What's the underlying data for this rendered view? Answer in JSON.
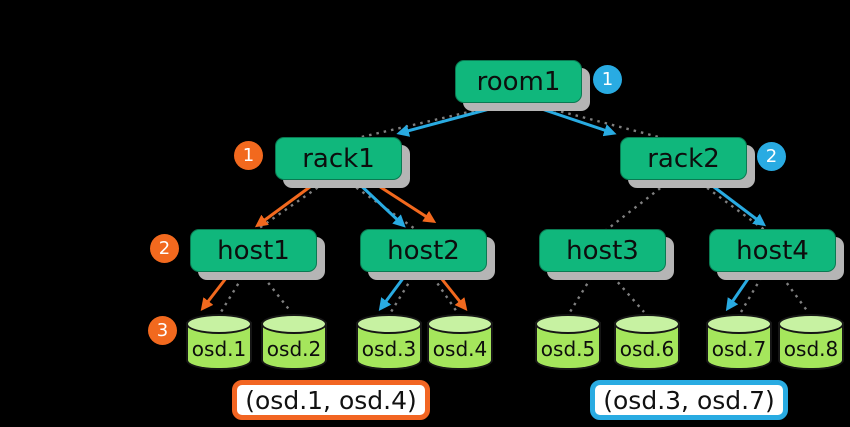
{
  "diagram": {
    "kind": "crush-hierarchy-tree",
    "nodes": {
      "room1": {
        "label": "room1",
        "level": "room"
      },
      "rack1": {
        "label": "rack1",
        "level": "rack"
      },
      "rack2": {
        "label": "rack2",
        "level": "rack"
      },
      "host1": {
        "label": "host1",
        "level": "host"
      },
      "host2": {
        "label": "host2",
        "level": "host"
      },
      "host3": {
        "label": "host3",
        "level": "host"
      },
      "host4": {
        "label": "host4",
        "level": "host"
      },
      "osd1": {
        "label": "osd.1",
        "level": "osd"
      },
      "osd2": {
        "label": "osd.2",
        "level": "osd"
      },
      "osd3": {
        "label": "osd.3",
        "level": "osd"
      },
      "osd4": {
        "label": "osd.4",
        "level": "osd"
      },
      "osd5": {
        "label": "osd.5",
        "level": "osd"
      },
      "osd6": {
        "label": "osd.6",
        "level": "osd"
      },
      "osd7": {
        "label": "osd.7",
        "level": "osd"
      },
      "osd8": {
        "label": "osd.8",
        "level": "osd"
      }
    },
    "tree_edges": [
      [
        "room1",
        "rack1"
      ],
      [
        "room1",
        "rack2"
      ],
      [
        "rack1",
        "host1"
      ],
      [
        "rack1",
        "host2"
      ],
      [
        "rack2",
        "host3"
      ],
      [
        "rack2",
        "host4"
      ],
      [
        "host1",
        "osd.1"
      ],
      [
        "host1",
        "osd.2"
      ],
      [
        "host2",
        "osd.3"
      ],
      [
        "host2",
        "osd.4"
      ],
      [
        "host3",
        "osd.5"
      ],
      [
        "host3",
        "osd.6"
      ],
      [
        "host4",
        "osd.7"
      ],
      [
        "host4",
        "osd.8"
      ]
    ],
    "selection_paths": {
      "orange": {
        "color": "#f2691e",
        "edges": [
          [
            "rack1",
            "host1"
          ],
          [
            "rack1",
            "host2"
          ],
          [
            "host1",
            "osd.1"
          ],
          [
            "host2",
            "osd.4"
          ]
        ],
        "result": "(osd.1, osd.4)"
      },
      "blue": {
        "color": "#29abe2",
        "edges": [
          [
            "room1",
            "rack1"
          ],
          [
            "room1",
            "rack2"
          ],
          [
            "rack1",
            "host2"
          ],
          [
            "rack2",
            "host4"
          ],
          [
            "host2",
            "osd.3"
          ],
          [
            "host4",
            "osd.7"
          ]
        ],
        "result": "(osd.3, osd.7)"
      }
    },
    "badges": {
      "blue1": {
        "number": "1"
      },
      "blue2": {
        "number": "2"
      },
      "orange1": {
        "number": "1"
      },
      "orange2": {
        "number": "2"
      },
      "orange3": {
        "number": "3"
      }
    },
    "results": {
      "orange": {
        "label": "(osd.1, osd.4)"
      },
      "blue": {
        "label": "(osd.3, osd.7)"
      }
    },
    "colors": {
      "background": "#000000",
      "node_green": "#10b77c",
      "node_shadow": "#b5b5b5",
      "osd_body_green": "#a5e65c",
      "osd_top_green": "#c7f2a2",
      "blue": "#29abe2",
      "orange": "#f2691e",
      "tree_dotted_gray": "#7f7f7f",
      "result_background": "#ffffff"
    }
  }
}
